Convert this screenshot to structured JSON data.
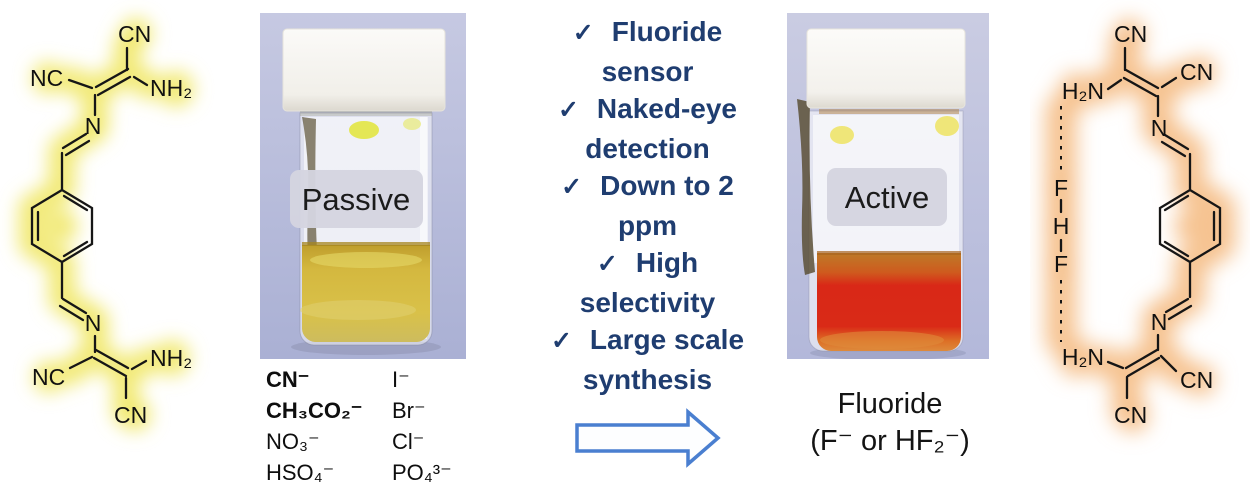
{
  "structures": {
    "left": {
      "cn_top": "CN",
      "nc_top": "NC",
      "nh2_top": "NH₂",
      "n_top": "N",
      "n_bottom": "N",
      "nc_bottom": "NC",
      "nh2_bottom": "NH₂",
      "cn_bottom": "CN"
    },
    "right": {
      "cn_top": "CN",
      "h2n_top": "H₂N",
      "cn_top_right": "CN",
      "n_top": "N",
      "f1": "F",
      "h": "H",
      "f2": "F",
      "n_bottom": "N",
      "cn_bottom_right": "CN",
      "h2n_bottom": "H₂N",
      "cn_bottom": "CN"
    }
  },
  "vials": {
    "passive": {
      "label": "Passive"
    },
    "active": {
      "label": "Active",
      "caption_line1": "Fluoride",
      "caption_line2": "(F⁻ or HF₂⁻)"
    }
  },
  "anions": {
    "left": [
      "CN⁻",
      "CH₃CO₂⁻",
      "NO₃⁻",
      "HSO₄⁻"
    ],
    "right": [
      "I⁻",
      "Br⁻",
      "Cl⁻",
      "PO₄³⁻"
    ]
  },
  "checklist": {
    "items": [
      {
        "check": "✓",
        "line1": "Fluoride",
        "line2": "sensor"
      },
      {
        "check": "✓",
        "line1": "Naked-eye",
        "line2": "detection"
      },
      {
        "check": "✓",
        "line1": "Down to 2",
        "line2": "ppm"
      },
      {
        "check": "✓",
        "line1": "High",
        "line2": "selectivity"
      },
      {
        "check": "✓",
        "line1": "Large scale",
        "line2": "synthesis"
      }
    ]
  },
  "colors": {
    "navy": "#1f3d70",
    "arrow_blue": "#4a7fd0",
    "glow_yellow": "#f1e86d",
    "glow_orange": "#f6c08a",
    "passive_liquid": "#d4b83f",
    "active_liquid": "#d92817",
    "photo_bg": "#b7bcdc",
    "pill": "#d4d4e0"
  }
}
